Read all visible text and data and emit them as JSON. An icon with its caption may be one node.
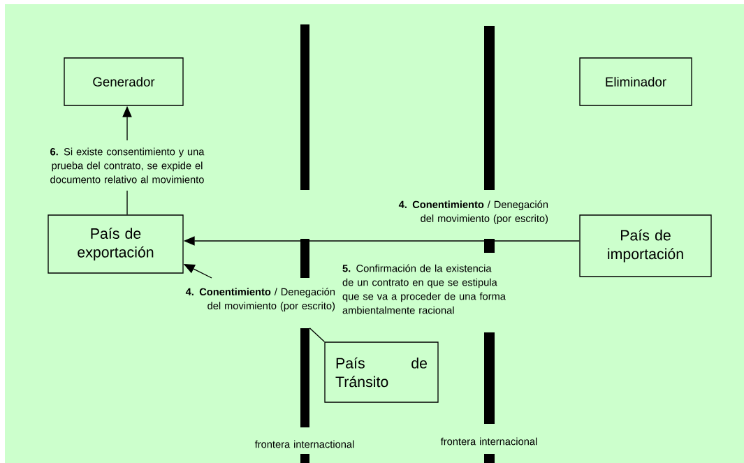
{
  "diagram": {
    "nodes": [
      {
        "text": [
          "Generador"
        ]
      },
      {
        "text": [
          "Eliminador"
        ]
      },
      {
        "text": [
          "País de exportación"
        ]
      },
      {
        "text": [
          "País de importación"
        ]
      },
      {
        "text": [
          "País de Tránsito"
        ]
      },
      {
        "text": [],
        "shape": "bar"
      }
    ],
    "edges": [
      {
        "from": 2,
        "to": 0,
        "arrow": "to",
        "label": "**6.** Si existe consentimiento y una prueba del contrato, se expide el documento relativo al movimiento"
      },
      {
        "from": 3,
        "to": 2,
        "arrow": "to",
        "label": "**4. Conentimiento** / Denegación del movimiento (por escrito)"
      },
      {
        "from": null,
        "to": 2,
        "arrow": "to",
        "label": "**4. Conentimiento** / Denegación del movimiento (por escrito)"
      },
      {
        "from": 4,
        "to": 5,
        "arrow": "none"
      }
    ],
    "labels": [
      "**5.** Confirmación de la existencia de un contrato en que se estipula que se va a proceder de una forma ambientalmente racional",
      "frontera internactional",
      "frontera internacional"
    ]
  }
}
